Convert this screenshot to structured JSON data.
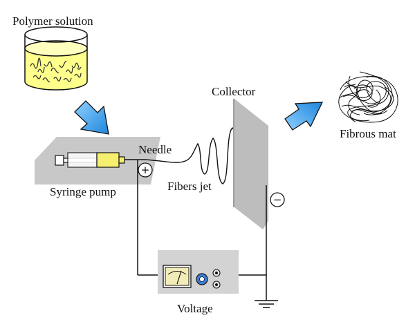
{
  "labels": {
    "polymer_solution": "Polymer solution",
    "needle": "Needle",
    "collector": "Collector",
    "fibrous_mat": "Fibrous mat",
    "syringe_pump": "Syringe pump",
    "fibers_jet": "Fibers jet",
    "voltage": "Voltage",
    "plus_sign": "+",
    "minus_sign": "−"
  },
  "colors": {
    "solution_fill": "#ffff8c",
    "syringe_yellow": "#f5ee6e",
    "arrow_blue": "#3aa3f0",
    "platform_gray": "#c8c8c8",
    "collector_gray": "#bdbdbd",
    "knob_blue": "#3d7fd8",
    "line": "#111111"
  },
  "icons": [
    "beaker-icon",
    "syringe-icon",
    "collector-plate-icon",
    "fibrous-mat-icon",
    "voltmeter-icon",
    "ground-icon",
    "arrow-icon"
  ]
}
